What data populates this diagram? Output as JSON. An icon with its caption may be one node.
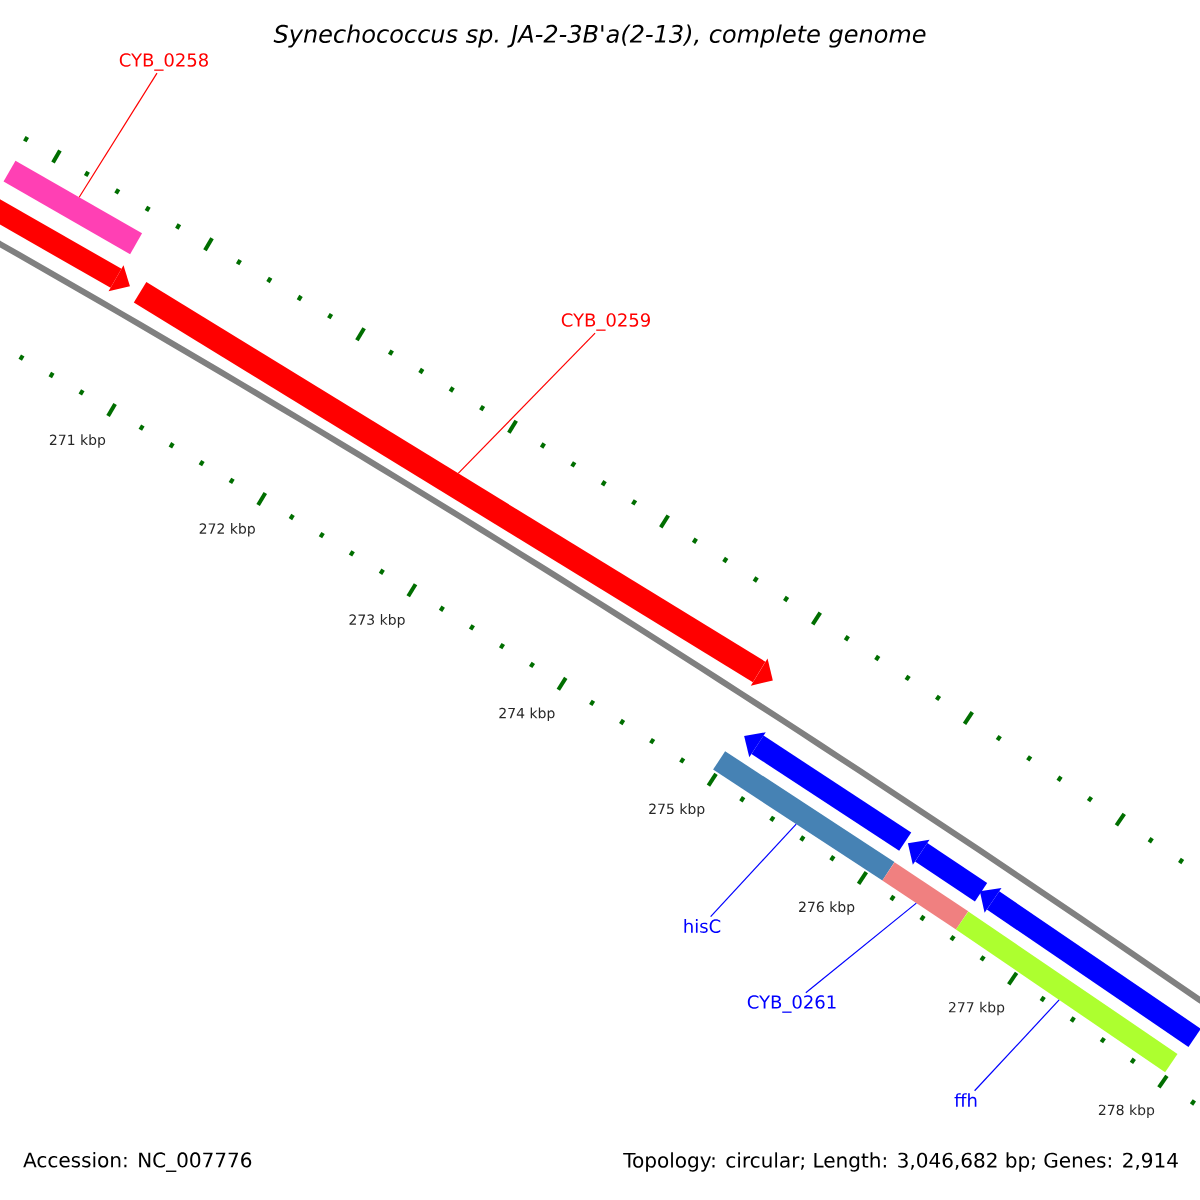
{
  "diagram": {
    "title": "Synechococcus sp. JA-2-3B'a(2-13), complete genome",
    "nodes": [
      {
        "text": [
          "CYB_0258"
        ]
      },
      {
        "text": [],
        "shape": "bar"
      },
      {
        "text": [],
        "shape": "bar"
      },
      {
        "text": [
          "CYB_0259"
        ]
      },
      {
        "text": [],
        "shape": "bar"
      },
      {
        "text": [],
        "shape": "bar"
      },
      {
        "text": [],
        "shape": "bar"
      },
      {
        "text": [],
        "shape": "bar"
      },
      {
        "text": [],
        "shape": "bar"
      },
      {
        "text": [],
        "shape": "bar"
      },
      {
        "text": [],
        "shape": "bar"
      },
      {
        "text": [
          "hisC"
        ]
      },
      {
        "text": [
          "CYB_0261"
        ]
      },
      {
        "text": [
          "ffh"
        ]
      }
    ],
    "edges": [
      {
        "from": 0,
        "to": 1,
        "arrow": "none",
        "color": "#ff0000"
      },
      {
        "from": 3,
        "to": 4,
        "arrow": "none",
        "color": "#ff0000"
      },
      {
        "from": 11,
        "to": 6,
        "arrow": "none"
      },
      {
        "from": 12,
        "to": 8,
        "arrow": "none"
      },
      {
        "from": 13,
        "to": 10,
        "arrow": "none"
      }
    ],
    "labels": [
      "271 kbp",
      "272 kbp",
      "273 kbp",
      "274 kbp",
      "275 kbp",
      "276 kbp",
      "277 kbp",
      "278 kbp",
      "Accession: NC_007776",
      "Topology: circular; Length: 3,046,682 bp; Genes: 2,914"
    ]
  }
}
